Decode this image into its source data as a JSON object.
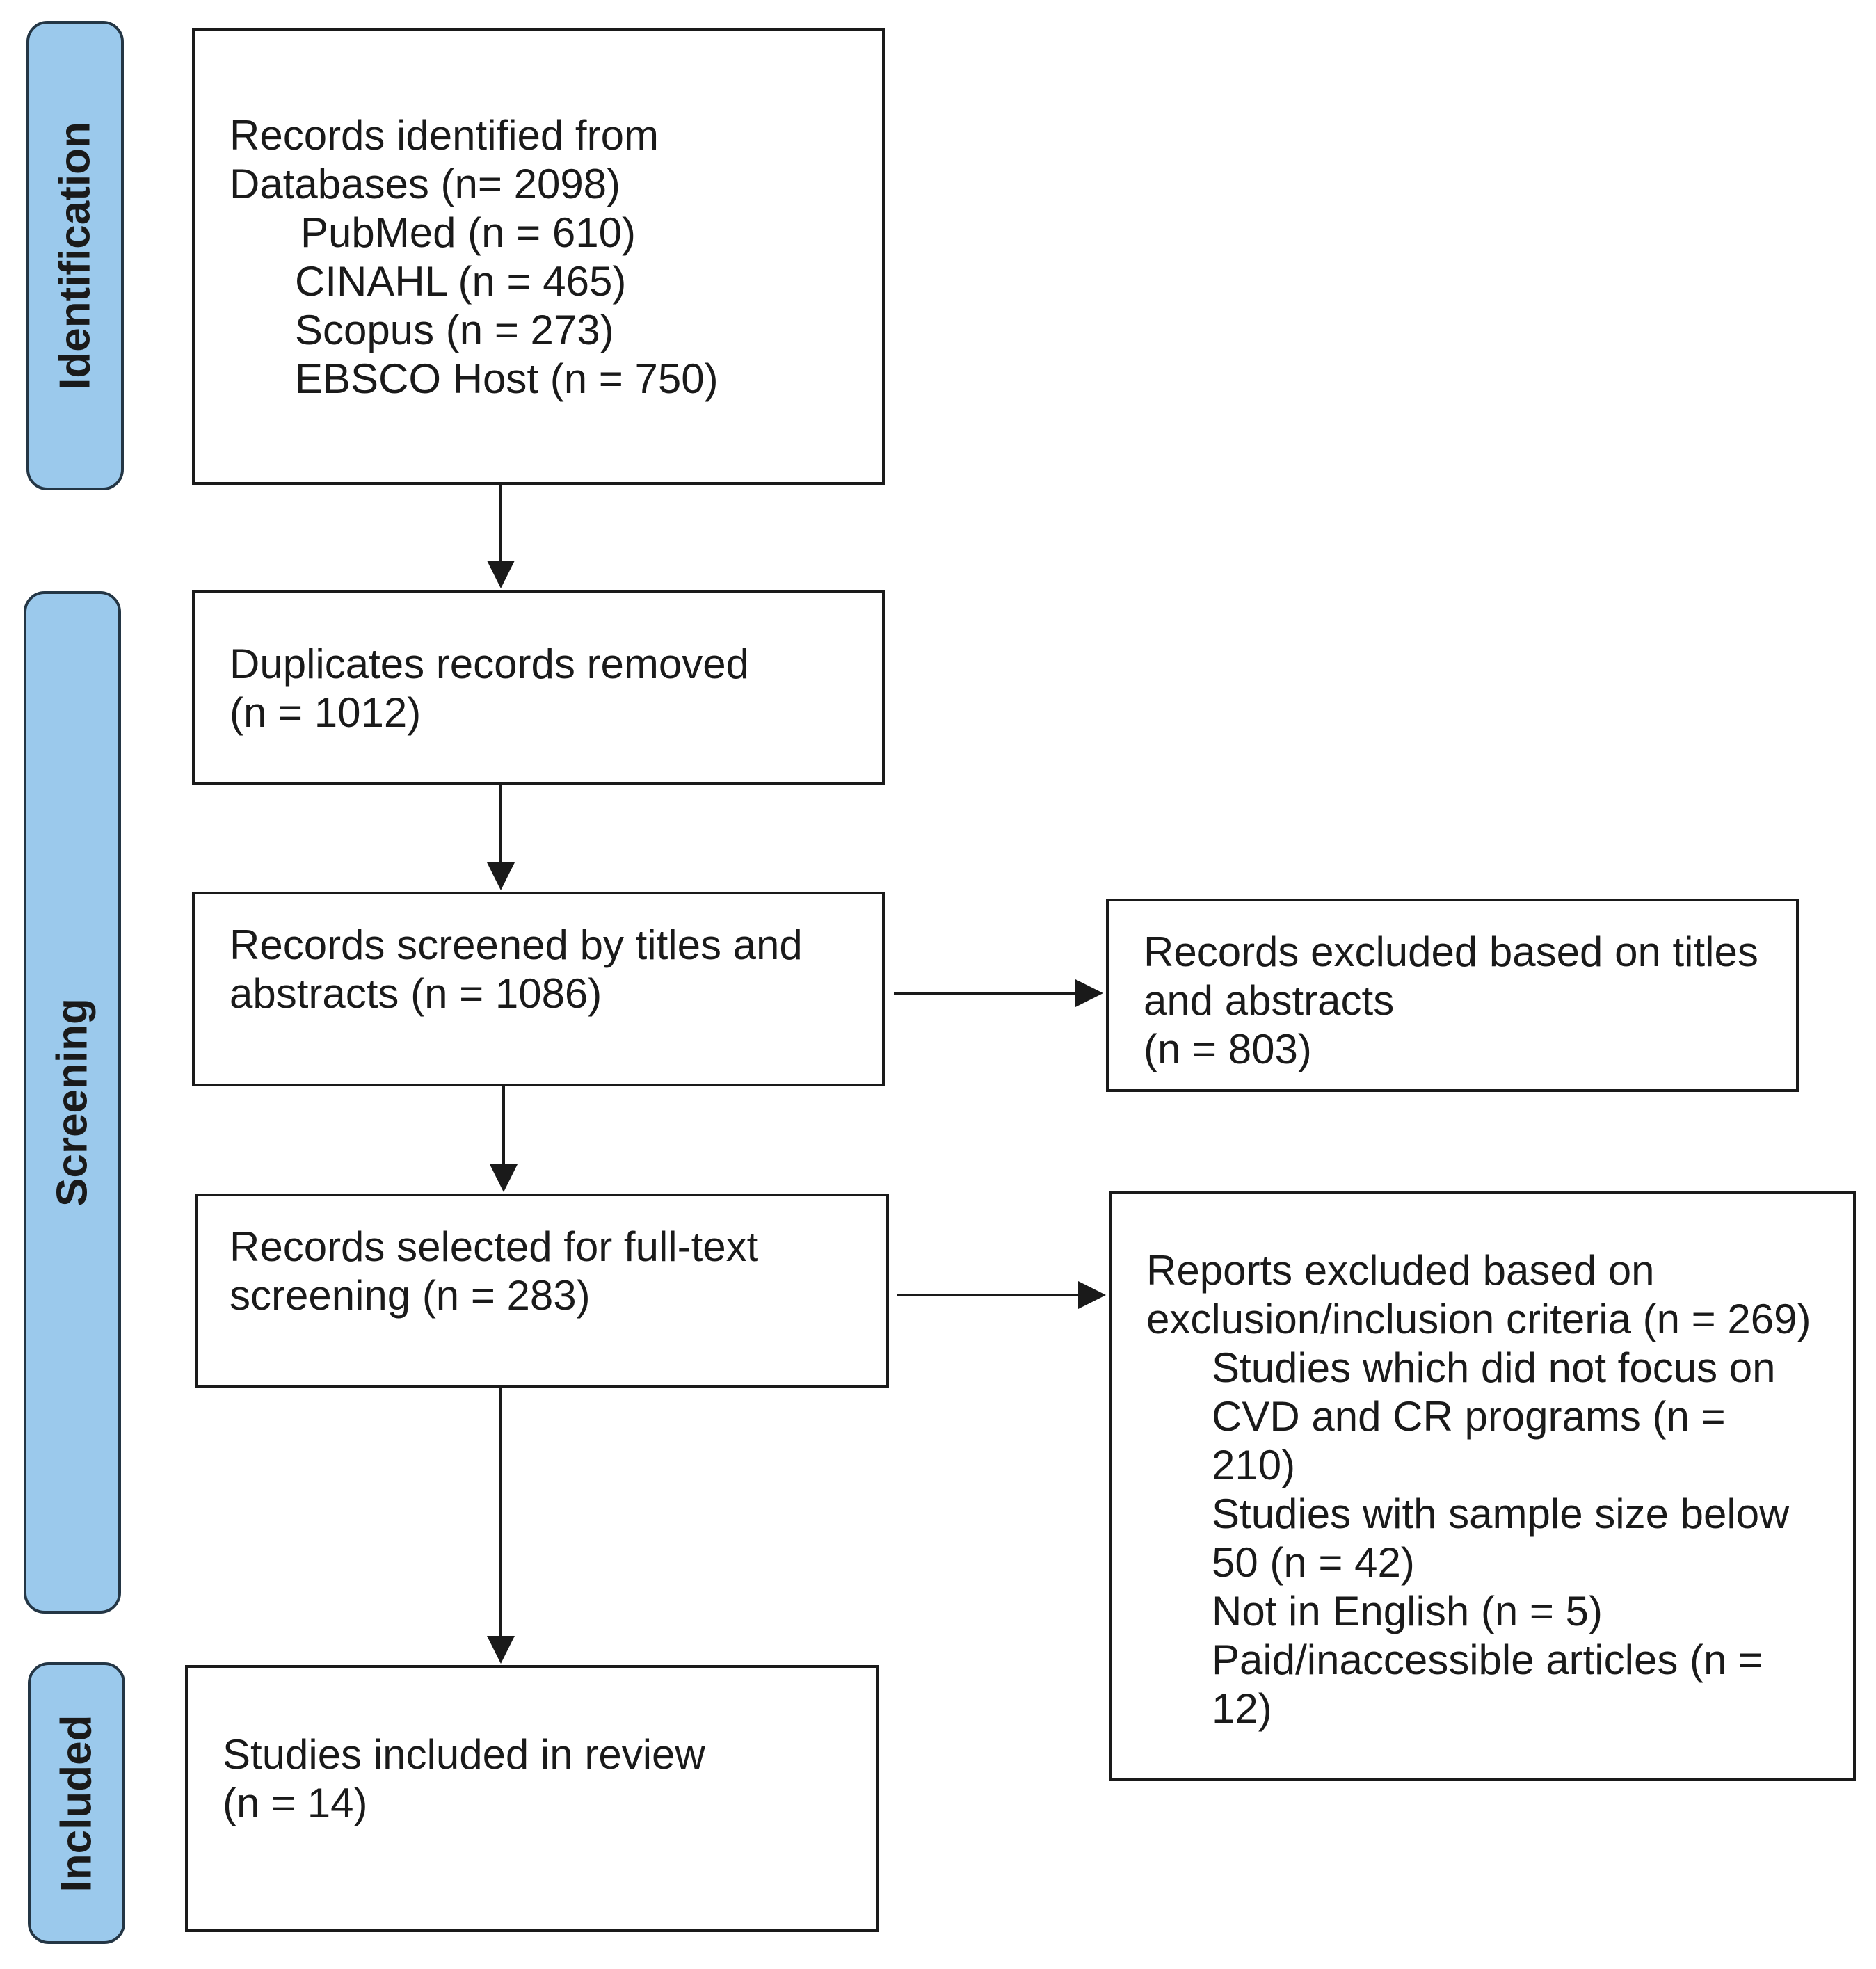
{
  "phases": {
    "identification": "Identification",
    "screening": "Screening",
    "included": "Included"
  },
  "identified": {
    "line1": "Records identified from",
    "line2": "Databases (n= 2098)",
    "sources": [
      "PubMed (n = 610)",
      "CINAHL (n = 465)",
      "Scopus (n = 273)",
      "EBSCO Host (n = 750)"
    ]
  },
  "duplicates": {
    "line1": "Duplicates records removed",
    "line2": "(n = 1012)"
  },
  "screened": {
    "line1": "Records screened by titles and",
    "line2": "abstracts (n = 1086)"
  },
  "excluded_titles": {
    "line1": "Records excluded based on titles",
    "line2": "and abstracts",
    "line3": "(n = 803)"
  },
  "fulltext": {
    "line1": "Records selected for full-text",
    "line2": "screening (n = 283)"
  },
  "reports_excluded": {
    "line1": "Reports excluded based on",
    "line2": "exclusion/inclusion criteria (n = 269)",
    "reasons": [
      "Studies which did not focus on",
      "CVD and CR programs (n =",
      "210)",
      "Studies with sample size below",
      "50 (n = 42)",
      "Not in English (n = 5)",
      "Paid/inaccessible articles (n =",
      "12)"
    ]
  },
  "included_studies": {
    "line1": "Studies included in review",
    "line2": "(n = 14)"
  }
}
